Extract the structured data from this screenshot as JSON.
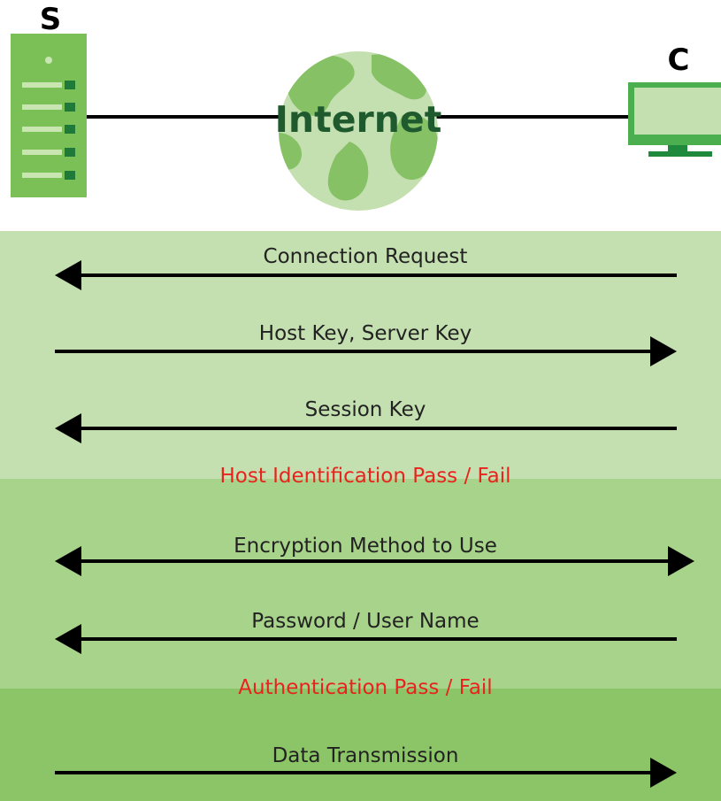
{
  "nodes": {
    "server_label": "S",
    "client_label": "C",
    "internet_label": "Internet"
  },
  "colors": {
    "band_1": "#c5e0b0",
    "band_2": "#a8d38a",
    "band_3": "#8cc567",
    "server_body": "#7bbf57",
    "server_slot": "#c9e6b2",
    "server_led": "#1f7a3a",
    "globe_ocean": "#c5e0b0",
    "globe_land": "#86c166",
    "internet_text": "#1e5a2e",
    "monitor_frame": "#4bae4f",
    "monitor_screen": "#c5e0b0",
    "monitor_stand": "#1f8a3c",
    "arrow": "#000000",
    "message_text": "#222222",
    "status_text": "#e8231d"
  },
  "messages": [
    {
      "text": "Connection Request",
      "direction": "to-server"
    },
    {
      "text": "Host Key, Server Key",
      "direction": "to-client"
    },
    {
      "text": "Session Key",
      "direction": "to-server"
    },
    {
      "text": "Encryption Method to Use",
      "direction": "both"
    },
    {
      "text": "Password / User Name",
      "direction": "to-server"
    },
    {
      "text": "Data Transmission",
      "direction": "to-client"
    }
  ],
  "status": [
    "Host Identification Pass / Fail",
    "Authentication Pass / Fail"
  ]
}
